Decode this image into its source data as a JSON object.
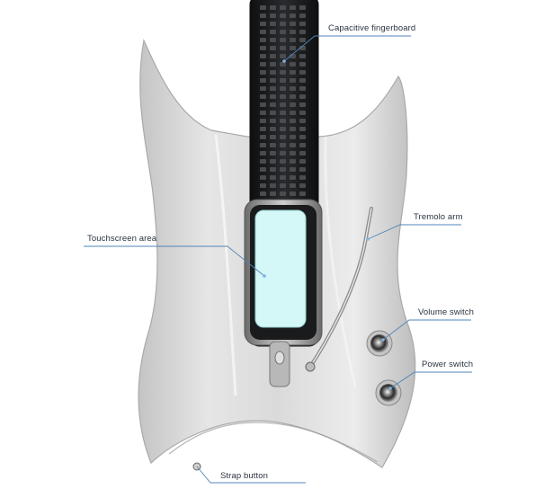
{
  "callouts": {
    "capacitive_fingerboard": "Capacitive fingerboard",
    "tremolo_arm": "Tremolo arm",
    "touchscreen_area": "Touchscreen area",
    "volume_switch": "Volume switch",
    "power_switch": "Power switch",
    "strap_button": "Strap button"
  },
  "colors": {
    "body": "#d9d9d9",
    "body_edge": "#a9a9a9",
    "neck": "#1f2022",
    "touchscreen": "#d4f8f8",
    "callout_line": "#4f86b8",
    "callout_dot": "#7fb2dd"
  }
}
